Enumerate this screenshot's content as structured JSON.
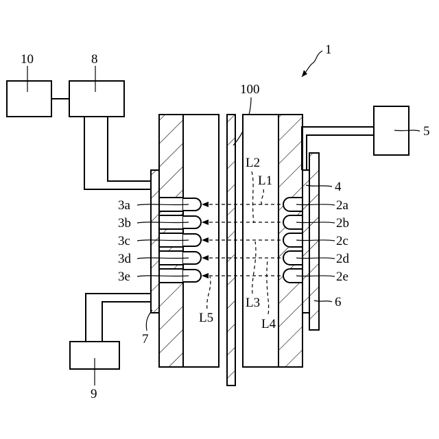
{
  "figure_number": "1",
  "substrate": {
    "label": "100"
  },
  "blocks": {
    "b10": "10",
    "b8": "8",
    "b5": "5",
    "b9": "9"
  },
  "parts": {
    "p4": "4",
    "p6": "6",
    "p7": "7"
  },
  "emitters": [
    "3a",
    "3b",
    "3c",
    "3d",
    "3e"
  ],
  "receivers": [
    "2a",
    "2b",
    "2c",
    "2d",
    "2e"
  ],
  "light_paths": [
    "L1",
    "L2",
    "L3",
    "L4",
    "L5"
  ]
}
